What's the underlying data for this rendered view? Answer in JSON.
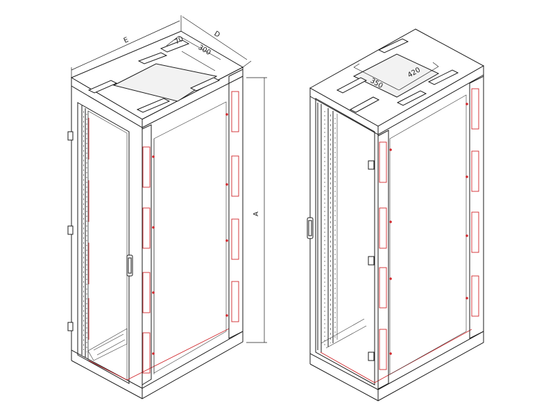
{
  "colors": {
    "line": "#1a1a1a",
    "accent": "#d0262b",
    "background": "#ffffff"
  },
  "left_cabinet": {
    "dimensions": {
      "width": "E",
      "depth": "D",
      "height": "A",
      "cable_entry_offset": "70",
      "cable_entry_length": "300"
    }
  },
  "right_cabinet": {
    "dimensions": {
      "cable_entry_width": "350",
      "cable_entry_length": "420"
    }
  }
}
